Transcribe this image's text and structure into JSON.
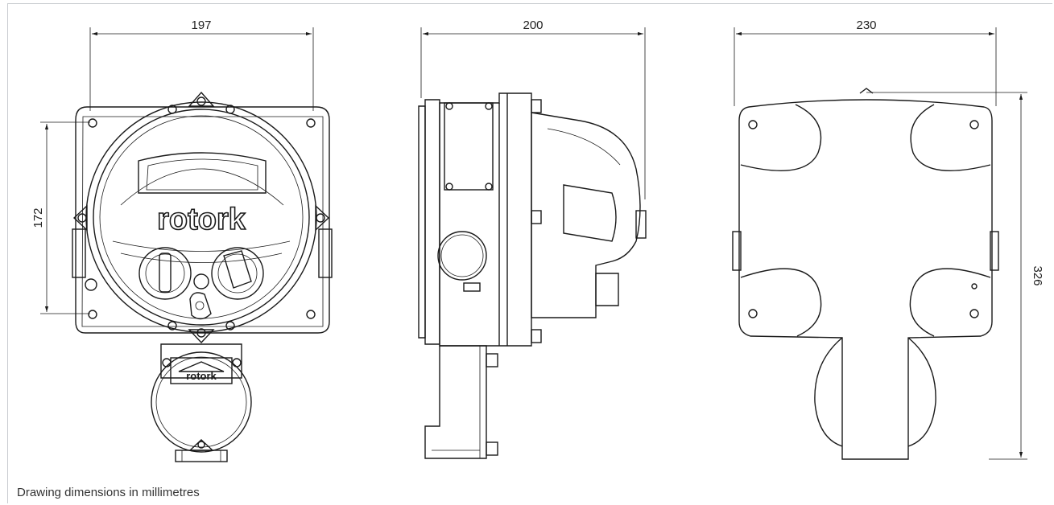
{
  "dimensions": {
    "front_width": "197",
    "front_height": "172",
    "side_width": "200",
    "rear_width": "230",
    "rear_height": "326"
  },
  "logo": {
    "main": "rotork",
    "small": "rotork"
  },
  "caption": "Drawing dimensions in millimetres"
}
